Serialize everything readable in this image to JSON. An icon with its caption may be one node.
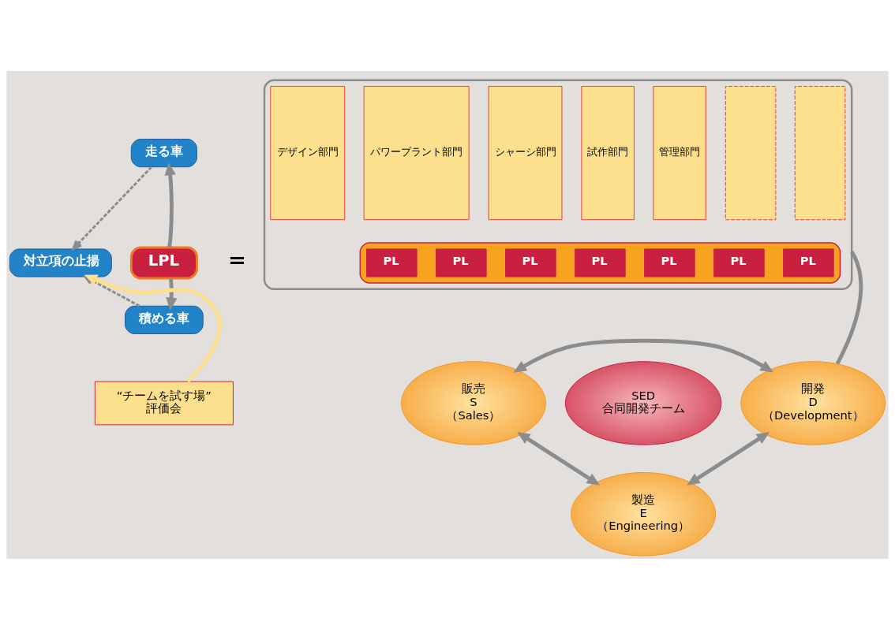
{
  "diagram": {
    "nodes": [
      {
        "text": [
          "対立項の止揚"
        ]
      },
      {
        "text": [
          "LPL"
        ]
      },
      {
        "text": [
          "走る車"
        ]
      },
      {
        "text": [
          "積める車"
        ]
      },
      {
        "text": [],
        "shape": "box"
      },
      {
        "text": [
          "デザイン部門"
        ],
        "in": 4
      },
      {
        "text": [
          "パワープラント部門"
        ],
        "in": 4
      },
      {
        "text": [
          "シャーシ部門"
        ],
        "in": 4
      },
      {
        "text": [
          "試作部門"
        ],
        "in": 4
      },
      {
        "text": [
          "管理部門"
        ],
        "in": 4
      },
      {
        "text": [],
        "shape": "box",
        "in": 4
      },
      {
        "text": [],
        "shape": "box",
        "in": 4
      },
      {
        "text": [],
        "shape": "bar",
        "in": 4
      },
      {
        "text": [
          "PL"
        ],
        "in": 12
      },
      {
        "text": [
          "PL"
        ],
        "in": 12
      },
      {
        "text": [
          "PL"
        ],
        "in": 12
      },
      {
        "text": [
          "PL"
        ],
        "in": 12
      },
      {
        "text": [
          "PL"
        ],
        "in": 12
      },
      {
        "text": [
          "PL"
        ],
        "in": 12
      },
      {
        "text": [
          "PL"
        ],
        "in": 12
      },
      {
        "text": [
          "販売",
          "S",
          "（Sales）"
        ]
      },
      {
        "text": [
          "SED",
          "合同開発チーム"
        ]
      },
      {
        "text": [
          "開発",
          "D",
          "（Development）"
        ]
      },
      {
        "text": [
          "製造",
          "E",
          "（Engineering）"
        ]
      },
      {
        "text": [
          "“チームを試す場”",
          "評価会"
        ]
      }
    ],
    "edges": [
      {
        "from": 1,
        "to": 2,
        "arrow": "to"
      },
      {
        "from": 1,
        "to": 3,
        "arrow": "to"
      },
      {
        "from": 2,
        "to": 0,
        "arrow": "to",
        "style": "dashed"
      },
      {
        "from": 3,
        "to": 0,
        "arrow": "to",
        "style": "dashed"
      },
      {
        "from": 24,
        "to": 0,
        "arrow": "to",
        "color": "#fde08e"
      },
      {
        "from": 4,
        "to": 22,
        "arrow": "none"
      },
      {
        "from": 20,
        "to": 22,
        "arrow": "both"
      },
      {
        "from": 20,
        "to": 23,
        "arrow": "both"
      },
      {
        "from": 22,
        "to": 23,
        "arrow": "both"
      }
    ],
    "labels": [
      "="
    ]
  }
}
